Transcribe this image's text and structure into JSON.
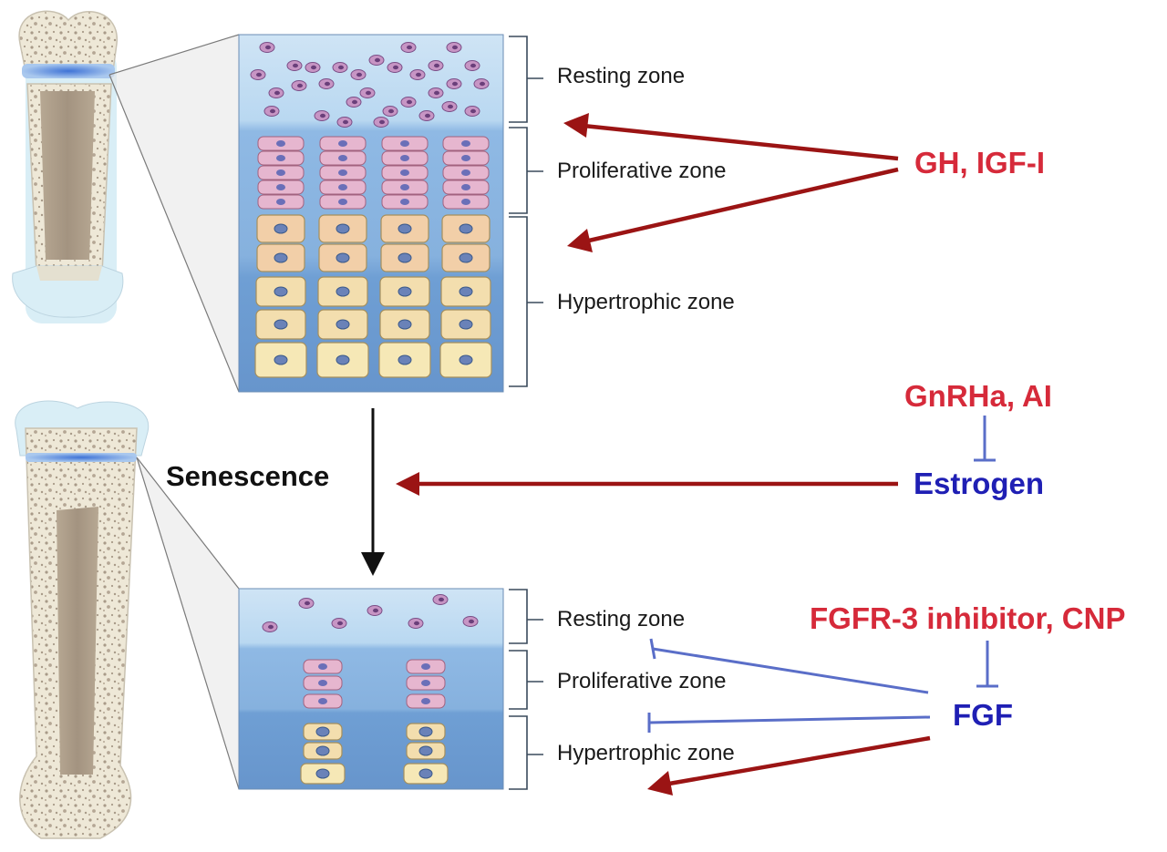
{
  "top_panel": {
    "zones": {
      "resting": "Resting zone",
      "proliferative": "Proliferative zone",
      "hypertrophic": "Hypertrophic zone"
    }
  },
  "bottom_panel": {
    "zones": {
      "resting": "Resting zone",
      "proliferative": "Proliferative zone",
      "hypertrophic": "Hypertrophic zone"
    }
  },
  "process_label": "Senescence",
  "regulators": {
    "gh_igf": "GH, IGF-I",
    "gnrha_ai": "GnRHa, AI",
    "estrogen": "Estrogen",
    "fgfr3_cnp": "FGFR-3 inhibitor, CNP",
    "fgf": "FGF"
  },
  "colors": {
    "stimulate_arrow": "#9b1414",
    "inhibit_line": "#5a6ec8",
    "regulator_red": "#d62a3a",
    "regulator_blue": "#1f1fb4"
  }
}
